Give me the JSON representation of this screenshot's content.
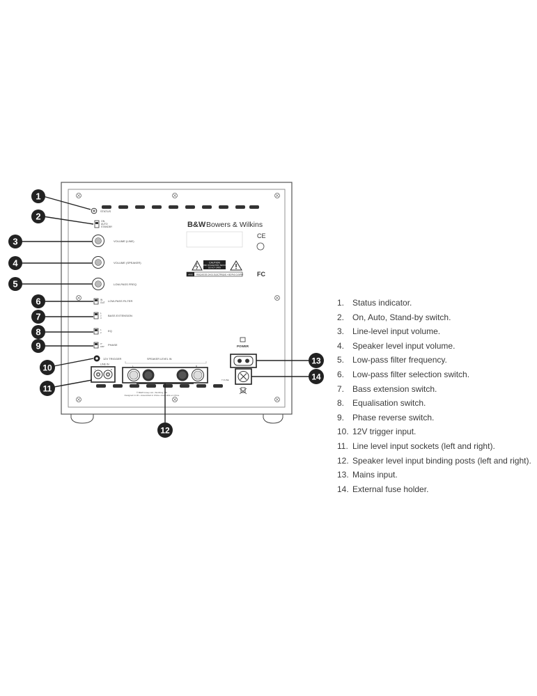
{
  "panel": {
    "brand_logo": "B&W",
    "brand_name": "Bowers & Wilkins",
    "status_label": "STATUS",
    "power_switch_labels": [
      "ON",
      "AUTO",
      "STANDBY"
    ],
    "volume_line_label": "VOLUME (LINE)",
    "volume_speaker_label": "VOLUME (SPEAKER)",
    "lowpass_freq_label": "LOW-PASS FREQ",
    "lowpass_filter_label": "LOW-PASS FILTER",
    "lowpass_filter_options": [
      "IN",
      "OUT"
    ],
    "bass_extension_label": "BASS EXTENSION",
    "bass_extension_options": [
      "1",
      "2",
      "3"
    ],
    "eq_label": "EQ",
    "eq_options": [
      "1",
      "2"
    ],
    "phase_label": "PHASE",
    "phase_options": [
      "0°",
      "180°"
    ],
    "trigger_label": "12V TRIGGER",
    "line_in_label": "LINE IN",
    "line_in_channels": [
      "L",
      "R"
    ],
    "speaker_level_label": "SPEAKER LEVEL IN",
    "speaker_channels": [
      "L",
      "R"
    ],
    "power_label": "POWER",
    "caution_title": "CAUTION",
    "caution_line1": "RISK OF ELECTRIC SHOCK",
    "caution_line2": "DO NOT OPEN",
    "avis_text": "RISQUE DE CHOC ELECTRIQUE • NE PAS OUVRIR",
    "avis_label": "AVIS",
    "ce_mark": "CE",
    "fcc_mark": "FC",
    "fuse_label": "T FUSE",
    "footer_line1": "© B&W Group Ltd., Worthing, UK",
    "footer_line2": "Designed in UK • Assembled in China • Assemblé en Chine"
  },
  "callouts": [
    "1",
    "2",
    "3",
    "4",
    "5",
    "6",
    "7",
    "8",
    "9",
    "10",
    "11",
    "12",
    "13",
    "14"
  ],
  "legend": [
    {
      "num": "1.",
      "text": "Status indicator."
    },
    {
      "num": "2.",
      "text": "On, Auto, Stand-by switch."
    },
    {
      "num": "3.",
      "text": "Line-level input volume."
    },
    {
      "num": "4.",
      "text": "Speaker level input volume."
    },
    {
      "num": "5.",
      "text": "Low-pass filter frequency."
    },
    {
      "num": "6.",
      "text": "Low-pass filter selection switch."
    },
    {
      "num": "7.",
      "text": "Bass extension switch."
    },
    {
      "num": "8.",
      "text": "Equalisation switch."
    },
    {
      "num": "9.",
      "text": "Phase reverse switch."
    },
    {
      "num": "10.",
      "text": "12V trigger input."
    },
    {
      "num": "11.",
      "text": "Line level input sockets (left and right)."
    },
    {
      "num": "12.",
      "text": "Speaker level input binding posts (left and right)."
    },
    {
      "num": "13.",
      "text": "Mains input."
    },
    {
      "num": "14.",
      "text": "External fuse holder."
    }
  ]
}
